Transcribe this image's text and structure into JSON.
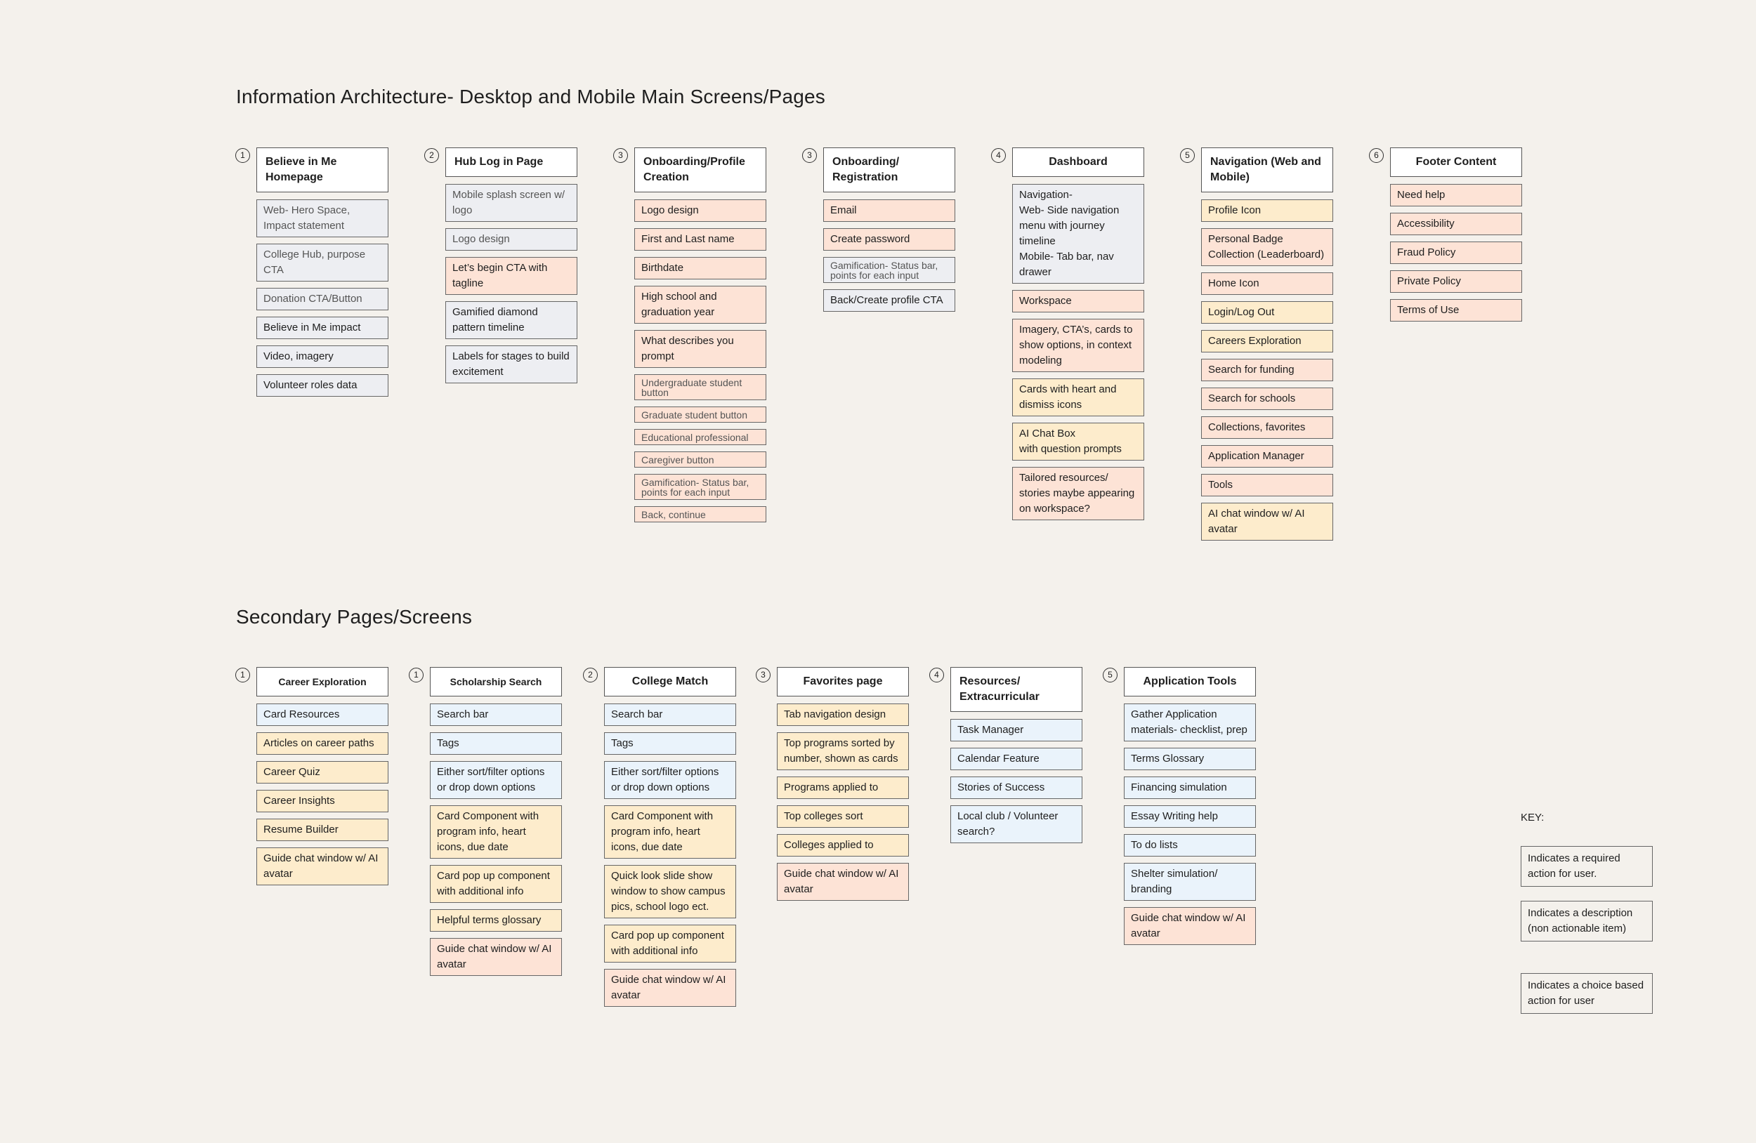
{
  "main_title": "Information Architecture- Desktop and Mobile Main Screens/Pages",
  "secondary_title": "Secondary Pages/Screens",
  "colors": {
    "background": "#f4f1ec",
    "required": "#fde3d6",
    "description": "#edeef2",
    "choice": "#fdeccc",
    "secondary_blue": "#eaf3fb"
  },
  "main_columns": [
    {
      "num": "1",
      "header": "Believe in Me Homepage",
      "items": [
        {
          "text": "Web- Hero Space, Impact statement",
          "type": "desc",
          "muted": true
        },
        {
          "text": "College Hub, purpose CTA",
          "type": "desc",
          "muted": true
        },
        {
          "text": "Donation CTA/Button",
          "type": "desc",
          "muted": true
        },
        {
          "text": "Believe in Me impact",
          "type": "desc"
        },
        {
          "text": "Video, imagery",
          "type": "desc"
        },
        {
          "text": "Volunteer roles data",
          "type": "desc"
        }
      ]
    },
    {
      "num": "2",
      "header": "Hub Log in Page",
      "items": [
        {
          "text": "Mobile splash screen w/ logo",
          "type": "desc",
          "muted": true
        },
        {
          "text": "Logo design",
          "type": "desc",
          "muted": true
        },
        {
          "text": "Let’s begin CTA with tagline",
          "type": "req"
        },
        {
          "text": "Gamified diamond pattern timeline",
          "type": "desc"
        },
        {
          "text": "Labels for stages to build excitement",
          "type": "desc"
        }
      ]
    },
    {
      "num": "3",
      "header": "Onboarding/Profile Creation",
      "items": [
        {
          "text": "Logo design",
          "type": "req"
        },
        {
          "text": "First and Last name",
          "type": "req"
        },
        {
          "text": "Birthdate",
          "type": "req"
        },
        {
          "text": "High school and graduation year",
          "type": "req"
        },
        {
          "text": "What describes you prompt",
          "type": "req"
        },
        {
          "text": "Undergraduate student button",
          "type": "req",
          "compact": true
        },
        {
          "text": "Graduate student button",
          "type": "req",
          "compact": true
        },
        {
          "text": "Educational professional",
          "type": "req",
          "compact": true
        },
        {
          "text": "Caregiver button",
          "type": "req",
          "compact": true
        },
        {
          "text": "Gamification- Status bar, points for each input",
          "type": "req",
          "compact": true
        },
        {
          "text": "Back, continue",
          "type": "req",
          "compact": true
        }
      ]
    },
    {
      "num": "3",
      "header": "Onboarding/ Registration",
      "items": [
        {
          "text": "Email",
          "type": "req"
        },
        {
          "text": "Create password",
          "type": "req"
        },
        {
          "text": "Gamification- Status bar, points for each input",
          "type": "desc",
          "compact": true
        },
        {
          "text": "Back/Create profile CTA",
          "type": "desc"
        }
      ]
    },
    {
      "num": "4",
      "header": "Dashboard",
      "center": true,
      "items": [
        {
          "text": "Navigation-\nWeb- Side navigation menu with journey timeline\nMobile- Tab bar, nav drawer",
          "type": "desc"
        },
        {
          "text": "Workspace",
          "type": "req"
        },
        {
          "text": "Imagery, CTA’s, cards to show options, in context modeling",
          "type": "req"
        },
        {
          "text": "Cards with heart and dismiss icons",
          "type": "choice"
        },
        {
          "text": "AI Chat Box\nwith question prompts",
          "type": "choice"
        },
        {
          "text": "Tailored resources/ stories maybe appearing on workspace?",
          "type": "req"
        }
      ]
    },
    {
      "num": "5",
      "header": "Navigation (Web and Mobile)",
      "items": [
        {
          "text": "Profile Icon",
          "type": "choice"
        },
        {
          "text": "Personal Badge Collection (Leaderboard)",
          "type": "req"
        },
        {
          "text": "Home Icon",
          "type": "req"
        },
        {
          "text": "Login/Log Out",
          "type": "choice"
        },
        {
          "text": "Careers Exploration",
          "type": "choice"
        },
        {
          "text": "Search for funding",
          "type": "req"
        },
        {
          "text": "Search for schools",
          "type": "req"
        },
        {
          "text": "Collections, favorites",
          "type": "req"
        },
        {
          "text": "Application Manager",
          "type": "req"
        },
        {
          "text": "Tools",
          "type": "req"
        },
        {
          "text": "AI chat window w/ AI avatar",
          "type": "choice"
        }
      ]
    },
    {
      "num": "6",
      "header": "Footer Content",
      "center": true,
      "items": [
        {
          "text": "Need help",
          "type": "req"
        },
        {
          "text": "Accessibility",
          "type": "req"
        },
        {
          "text": "Fraud Policy",
          "type": "req"
        },
        {
          "text": "Private Policy",
          "type": "req"
        },
        {
          "text": "Terms of Use",
          "type": "req"
        }
      ]
    }
  ],
  "secondary_columns": [
    {
      "num": "1",
      "header": "Career Exploration",
      "center": true,
      "small": true,
      "items": [
        {
          "text": "Card Resources",
          "type": "blue"
        },
        {
          "text": "Articles on career paths",
          "type": "choice"
        },
        {
          "text": "Career Quiz",
          "type": "choice"
        },
        {
          "text": "Career Insights",
          "type": "choice"
        },
        {
          "text": "Resume Builder",
          "type": "choice"
        },
        {
          "text": "Guide chat window w/ AI avatar",
          "type": "choice"
        }
      ]
    },
    {
      "num": "1",
      "header": "Scholarship Search",
      "center": true,
      "small": true,
      "items": [
        {
          "text": "Search bar",
          "type": "blue"
        },
        {
          "text": "Tags",
          "type": "blue"
        },
        {
          "text": "Either sort/filter options or drop down options",
          "type": "blue"
        },
        {
          "text": "Card Component with program info, heart icons, due date",
          "type": "choice"
        },
        {
          "text": "Card pop up component with additional info",
          "type": "choice"
        },
        {
          "text": "Helpful terms glossary",
          "type": "choice"
        },
        {
          "text": "Guide chat window w/ AI avatar",
          "type": "req"
        }
      ]
    },
    {
      "num": "2",
      "header": "College Match",
      "center": true,
      "items": [
        {
          "text": "Search bar",
          "type": "blue"
        },
        {
          "text": "Tags",
          "type": "blue"
        },
        {
          "text": "Either sort/filter options or drop down options",
          "type": "blue"
        },
        {
          "text": "Card Component with program info, heart icons, due date",
          "type": "choice"
        },
        {
          "text": "Quick look slide show window to show campus pics, school logo ect.",
          "type": "choice"
        },
        {
          "text": "Card pop up component with additional info",
          "type": "choice"
        },
        {
          "text": "Guide chat window w/ AI avatar",
          "type": "req"
        }
      ]
    },
    {
      "num": "3",
      "header": "Favorites page",
      "center": true,
      "items": [
        {
          "text": "Tab navigation design",
          "type": "choice"
        },
        {
          "text": "Top programs sorted by number, shown as cards",
          "type": "choice"
        },
        {
          "text": "Programs applied to",
          "type": "choice"
        },
        {
          "text": "Top colleges sort",
          "type": "choice"
        },
        {
          "text": "Colleges applied to",
          "type": "choice"
        },
        {
          "text": "Guide chat window w/ AI avatar",
          "type": "req"
        }
      ]
    },
    {
      "num": "4",
      "header": "Resources/ Extracurricular",
      "items": [
        {
          "text": "Task Manager",
          "type": "blue"
        },
        {
          "text": "Calendar Feature",
          "type": "blue"
        },
        {
          "text": "Stories of Success",
          "type": "blue"
        },
        {
          "text": "Local club / Volunteer search?",
          "type": "blue"
        }
      ]
    },
    {
      "num": "5",
      "header": "Application Tools",
      "center": true,
      "items": [
        {
          "text": "Gather Application materials- checklist, prep",
          "type": "blue"
        },
        {
          "text": "Terms Glossary",
          "type": "blue"
        },
        {
          "text": "Financing simulation",
          "type": "blue"
        },
        {
          "text": "Essay Writing help",
          "type": "blue"
        },
        {
          "text": "To do lists",
          "type": "blue"
        },
        {
          "text": "Shelter simulation/ branding",
          "type": "blue"
        },
        {
          "text": "Guide chat window w/ AI avatar",
          "type": "req"
        }
      ]
    }
  ],
  "key": {
    "label": "KEY:",
    "entries": [
      {
        "text": "Indicates a required action for user.",
        "type": "req"
      },
      {
        "text": "Indicates a description (non actionable item)",
        "type": "desc"
      },
      {
        "text": "Indicates a choice based action for user",
        "type": "choice"
      }
    ]
  }
}
